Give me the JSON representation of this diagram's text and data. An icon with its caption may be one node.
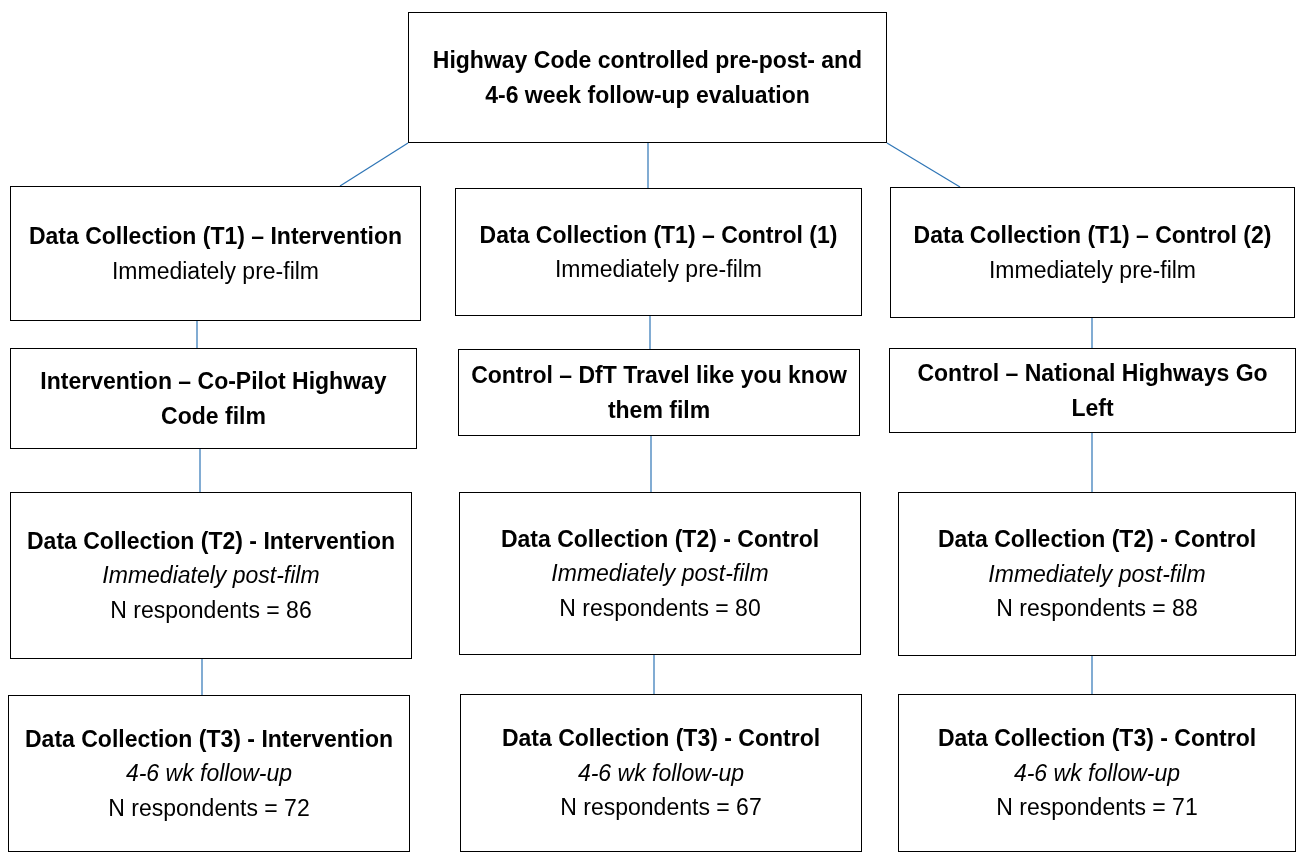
{
  "diagram": {
    "nodes": [
      {
        "text": [
          "Highway Code controlled pre-post- and 4-6 week follow-up evaluation"
        ]
      },
      {
        "text": [
          "Data Collection (T1) – Intervention",
          "Immediately pre-film"
        ]
      },
      {
        "text": [
          "Data Collection (T1) – Control (1)",
          "Immediately pre-film"
        ]
      },
      {
        "text": [
          "Data Collection (T1) – Control (2)",
          "Immediately pre-film"
        ]
      },
      {
        "text": [
          "Intervention – Co-Pilot Highway Code film"
        ]
      },
      {
        "text": [
          "Control – DfT Travel like you know them film"
        ]
      },
      {
        "text": [
          "Control – National Highways Go Left"
        ]
      },
      {
        "text": [
          "Data Collection (T2) - Intervention",
          "Immediately post-film",
          "N respondents = 86"
        ]
      },
      {
        "text": [
          "Data Collection (T2) - Control",
          "Immediately post-film",
          "N respondents = 80"
        ]
      },
      {
        "text": [
          "Data Collection (T2) - Control",
          "Immediately post-film",
          "N respondents = 88"
        ]
      },
      {
        "text": [
          "Data Collection (T3) - Intervention",
          "4-6 wk follow-up",
          "N respondents = 72"
        ]
      },
      {
        "text": [
          "Data Collection (T3) - Control",
          "4-6 wk follow-up",
          "N respondents = 67"
        ]
      },
      {
        "text": [
          "Data Collection (T3) - Control",
          "4-6 wk follow-up",
          "N respondents = 71"
        ]
      }
    ],
    "edges": [
      {
        "from": 0,
        "to": 1,
        "arrow": "none"
      },
      {
        "from": 0,
        "to": 2,
        "arrow": "none"
      },
      {
        "from": 0,
        "to": 3,
        "arrow": "none"
      },
      {
        "from": 1,
        "to": 4,
        "arrow": "none"
      },
      {
        "from": 2,
        "to": 5,
        "arrow": "none"
      },
      {
        "from": 3,
        "to": 6,
        "arrow": "none"
      },
      {
        "from": 4,
        "to": 7,
        "arrow": "none"
      },
      {
        "from": 5,
        "to": 8,
        "arrow": "none"
      },
      {
        "from": 6,
        "to": 9,
        "arrow": "none"
      },
      {
        "from": 7,
        "to": 10,
        "arrow": "none"
      },
      {
        "from": 8,
        "to": 11,
        "arrow": "none"
      },
      {
        "from": 9,
        "to": 12,
        "arrow": "none"
      }
    ]
  }
}
